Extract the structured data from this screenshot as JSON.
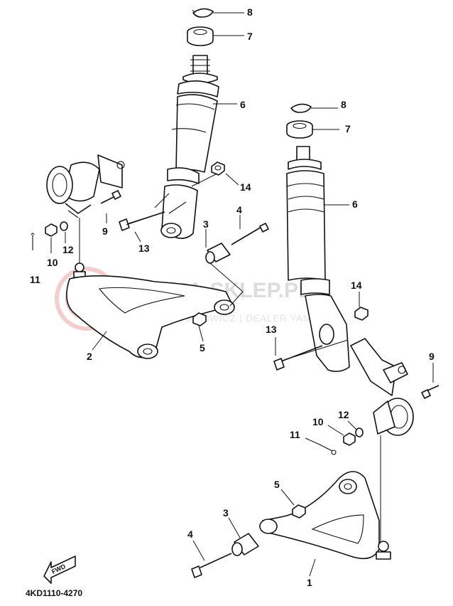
{
  "diagram": {
    "code": "4KD1110-4270",
    "fwd_label": "FWD",
    "watermark": {
      "brand": "YAMA-SKLEP.PL",
      "sub": "MACH BŁ OWICZ | DEALER YAMAHA"
    },
    "callouts": {
      "left": [
        "8",
        "7",
        "6",
        "14",
        "4",
        "3",
        "9",
        "13",
        "12",
        "10",
        "11",
        "2",
        "5"
      ],
      "right": [
        "8",
        "7",
        "6",
        "14",
        "13",
        "9",
        "12",
        "10",
        "11",
        "5",
        "3",
        "4",
        "1"
      ]
    }
  }
}
